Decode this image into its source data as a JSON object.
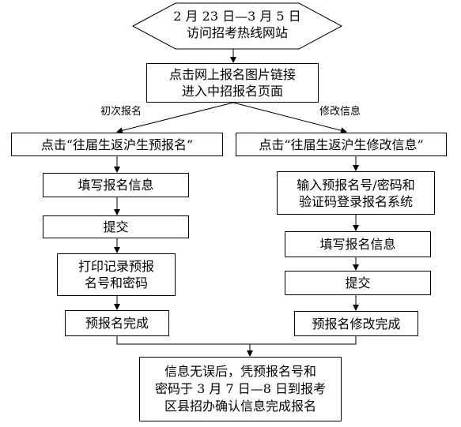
{
  "nodes": {
    "start": "2 月 23 日—3 月 5 日\n访问招考热线网站",
    "click_link": "点击网上报名图片链接\n进入中招报名页面",
    "left_click": "点击“往届生返沪生预报名”",
    "right_click": "点击“往届生返沪生修改信息”",
    "left_fill": "填写报名信息",
    "left_submit": "提交",
    "left_print": "打印记录预报\n名号和密码",
    "left_done": "预报名完成",
    "right_login": "输入预报名号/密码和\n验证码登录报名系统",
    "right_fill": "填写报名信息",
    "right_submit": "提交",
    "right_done": "预报名修改完成",
    "final": "信息无误后，凭预报名号和\n密码于 3 月 7 日—8 日到报考\n区县招办确认信息完成报名"
  },
  "branch_labels": {
    "left": "初次报名",
    "right": "修改信息"
  }
}
